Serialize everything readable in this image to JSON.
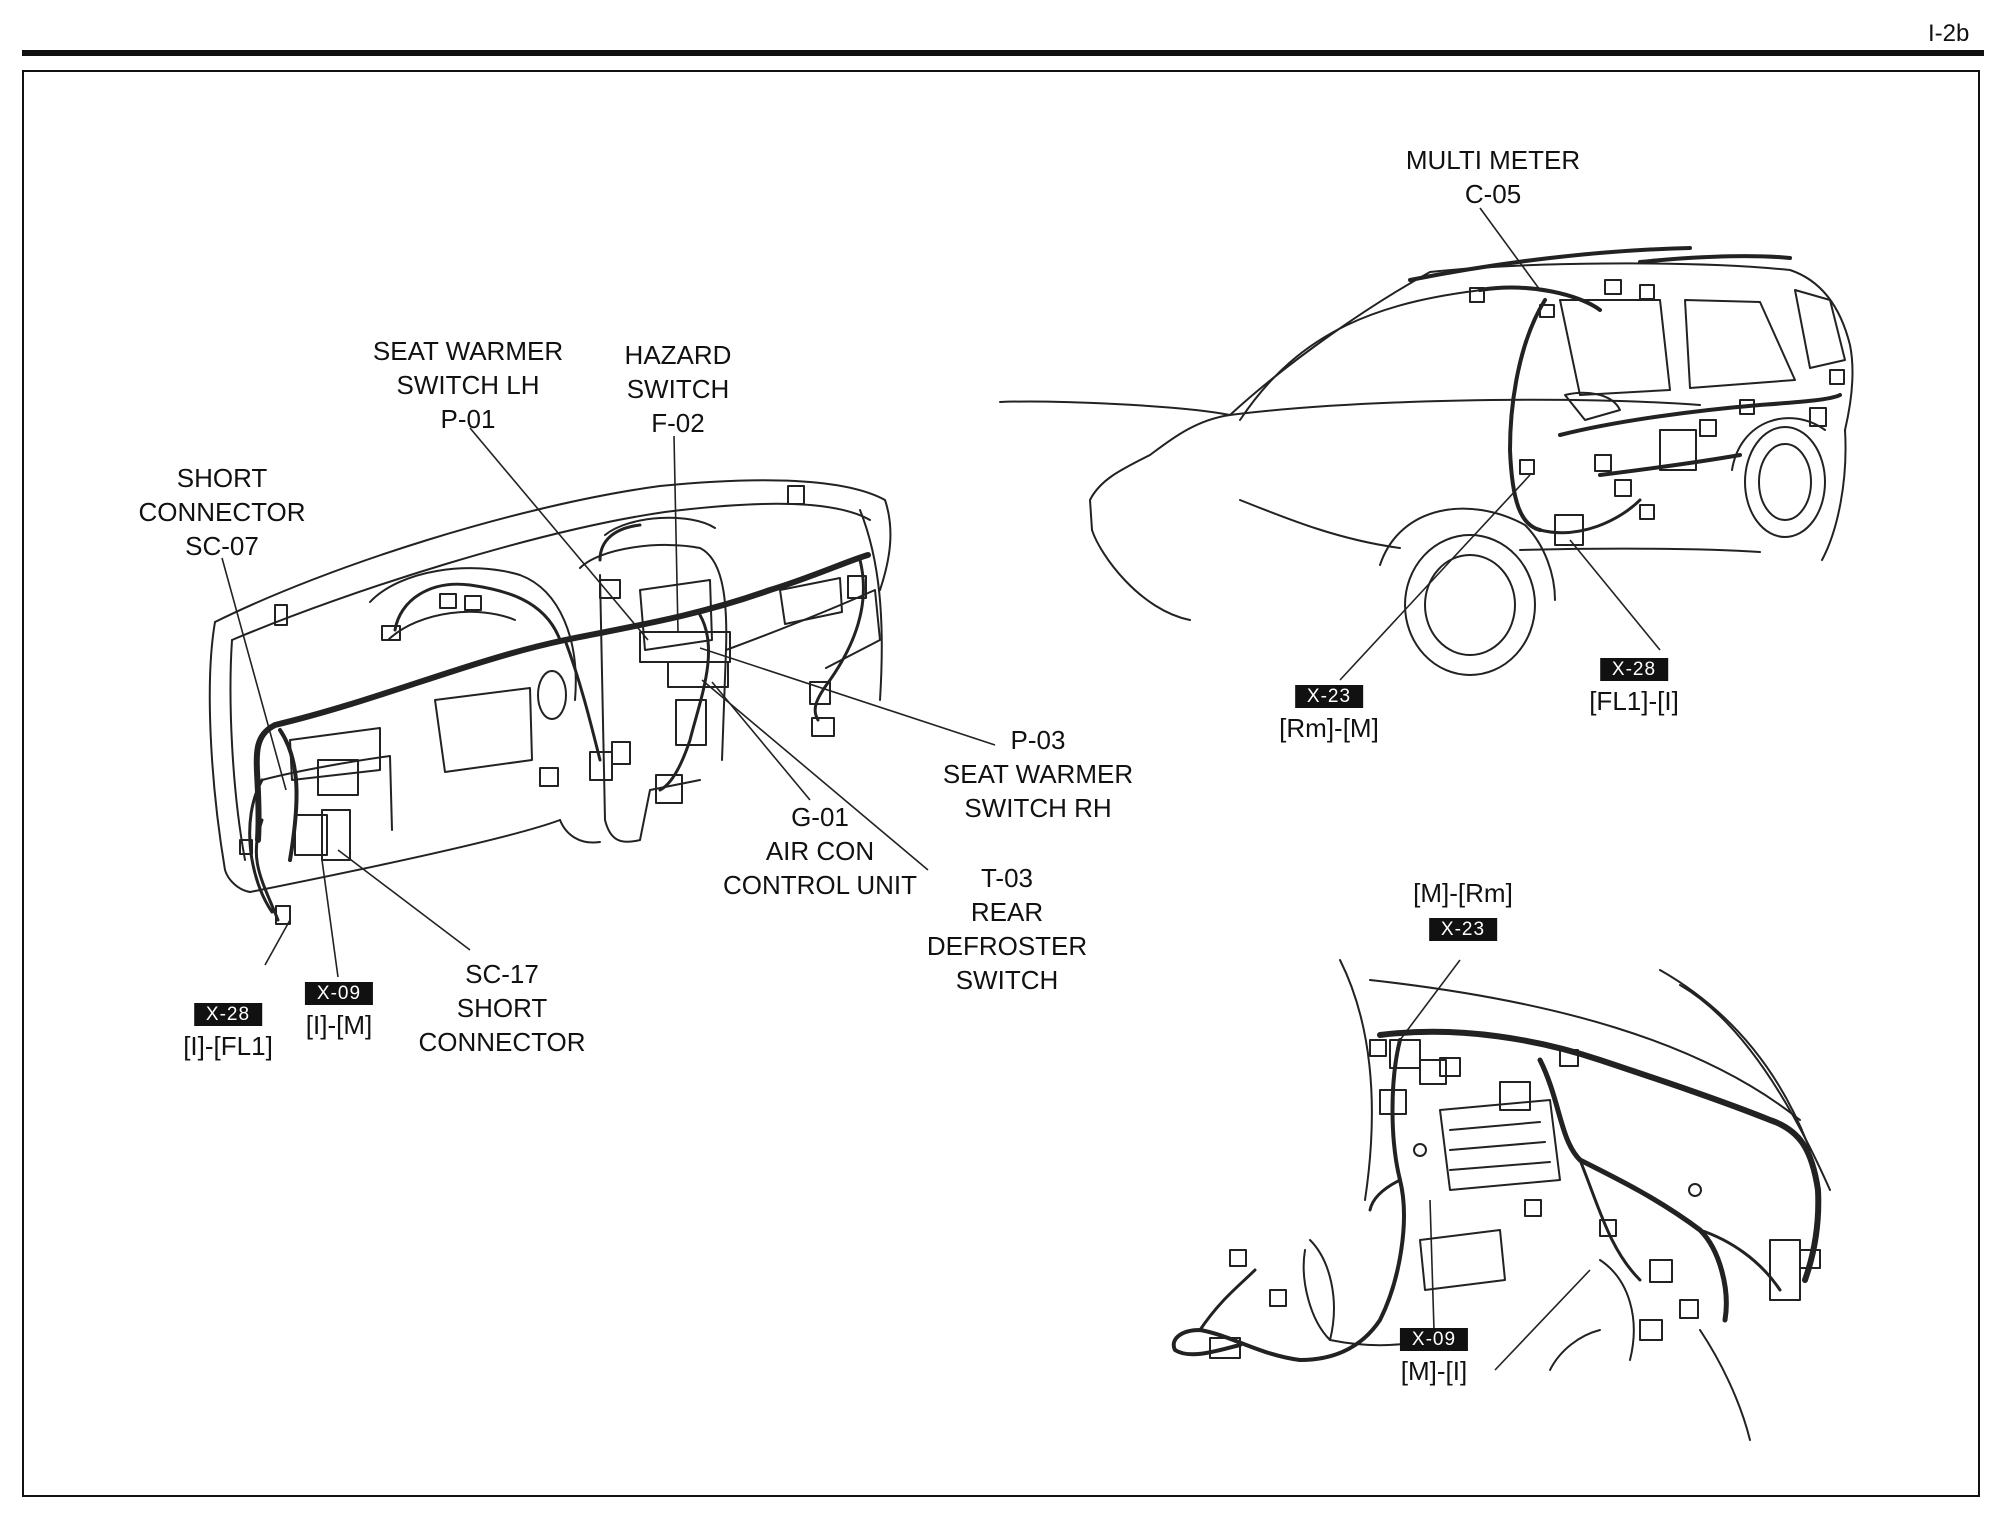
{
  "page_number": "I-2b",
  "labels": {
    "multi_meter": [
      "MULTI METER",
      "C-05"
    ],
    "seat_warmer_lh": [
      "SEAT WARMER",
      "SWITCH LH",
      "P-01"
    ],
    "hazard_switch": [
      "HAZARD",
      "SWITCH",
      "F-02"
    ],
    "short_connector_sc07": [
      "SHORT",
      "CONNECTOR",
      "SC-07"
    ],
    "seat_warmer_rh": [
      "P-03",
      "SEAT WARMER",
      "SWITCH RH"
    ],
    "air_con_control": [
      "G-01",
      "AIR CON",
      "CONTROL UNIT"
    ],
    "rear_defroster": [
      "T-03",
      "REAR",
      "DEFROSTER",
      "SWITCH"
    ],
    "sc17_short_connector": [
      "SC-17",
      "SHORT",
      "CONNECTOR"
    ]
  },
  "connectors": {
    "dash_x28": {
      "badge": "X-28",
      "pins": "[I]-[FL1]"
    },
    "dash_x09": {
      "badge": "X-09",
      "pins": "[I]-[M]"
    },
    "car_x23": {
      "badge": "X-23",
      "pins": "[Rm]-[M]"
    },
    "car_x28": {
      "badge": "X-28",
      "pins": "[FL1]-[I]"
    },
    "floor_x23": {
      "badge": "X-23",
      "pins": "[M]-[Rm]"
    },
    "floor_x09": {
      "badge": "X-09",
      "pins": "[M]-[I]"
    }
  }
}
